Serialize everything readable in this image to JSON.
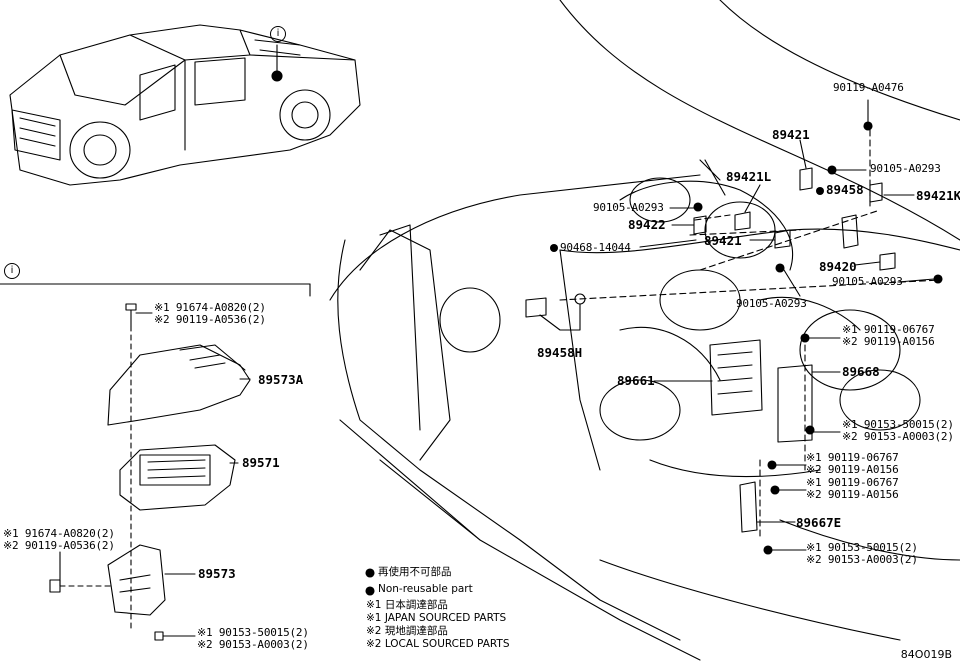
{
  "callout_ref": "i",
  "drawing_code": "84O019B",
  "legend": {
    "line1": "再使用不可部品",
    "line2": "Non-reusable part",
    "line3": "※1 日本調達部品",
    "line4": "※1 JAPAN SOURCED PARTS",
    "line5": "※2 現地調達部品",
    "line6": "※2 LOCAL SOURCED PARTS"
  },
  "parts": {
    "p90119_A0476": "90119-A0476",
    "p89421": "89421",
    "p90105_A0293_top": "90105-A0293",
    "p89421L": "89421L",
    "p89458": "89458",
    "p89421K": "89421K",
    "p90105_A0293_left": "90105-A0293",
    "p89422": "89422",
    "p90468_14044": "90468-14044",
    "p89421_mid": "89421",
    "p89420": "89420",
    "p90105_A0293_mid": "90105-A0293",
    "p90105_A0293_right": "90105-A0293",
    "p89458H": "89458H",
    "p90119_06767_a1": "※1 90119-06767",
    "p90119_A0156_a2": "※2 90119-A0156",
    "p89661": "89661",
    "p89668": "89668",
    "p90153_50015_b1": "※1 90153-50015(2)",
    "p90153_A0003_b2": "※2 90153-A0003(2)",
    "p90119_06767_c1": "※1 90119-06767",
    "p90119_A0156_c2": "※2 90119-A0156",
    "p90119_06767_d1": "※1 90119-06767",
    "p90119_A0156_d2": "※2 90119-A0156",
    "p89667E": "89667E",
    "p90153_50015_e1": "※1 90153-50015(2)",
    "p90153_A0003_e2": "※2 90153-A0003(2)",
    "p91674_A0820_top1": "※1 91674-A0820(2)",
    "p90119_A0536_top2": "※2 90119-A0536(2)",
    "p89573A": "89573A",
    "p89571": "89571",
    "p91674_A0820_l1": "※1 91674-A0820(2)",
    "p90119_A0536_l2": "※2 90119-A0536(2)",
    "p89573": "89573",
    "p90153_50015_f1": "※1 90153-50015(2)",
    "p90153_A0003_f2": "※2 90153-A0003(2)"
  }
}
